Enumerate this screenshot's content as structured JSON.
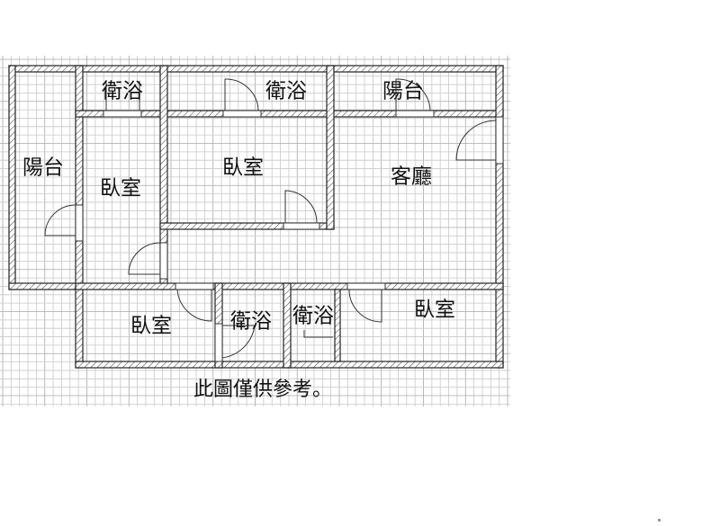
{
  "rooms": {
    "balcony_left": "陽台",
    "bath_top_left": "衛浴",
    "bath_top_mid": "衛浴",
    "balcony_top_right": "陽台",
    "bedroom_left": "臥室",
    "bedroom_mid": "臥室",
    "living_room": "客廳",
    "bedroom_bottom_left": "臥室",
    "bath_bottom_1": "衛浴",
    "bath_bottom_2": "衛浴",
    "bedroom_bottom_right": "臥室"
  },
  "caption": "此圖僅供參考。",
  "colors": {
    "wall": "#222222",
    "grid": "#c8c8c8",
    "grid_major": "#a8a8a8"
  }
}
